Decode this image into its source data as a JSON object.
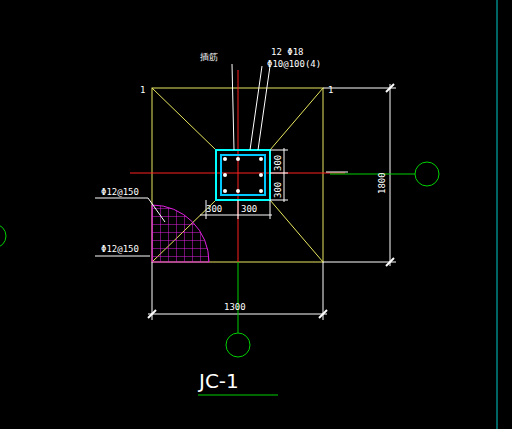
{
  "diagram": {
    "title": "JC-1",
    "labels": [
      "1",
      "1",
      "12 Φ18",
      "Φ10@100(4)",
      "插筋",
      "300",
      "300",
      "300",
      "300",
      "Φ12@150",
      "Φ12@150",
      "1800",
      "1300"
    ]
  }
}
